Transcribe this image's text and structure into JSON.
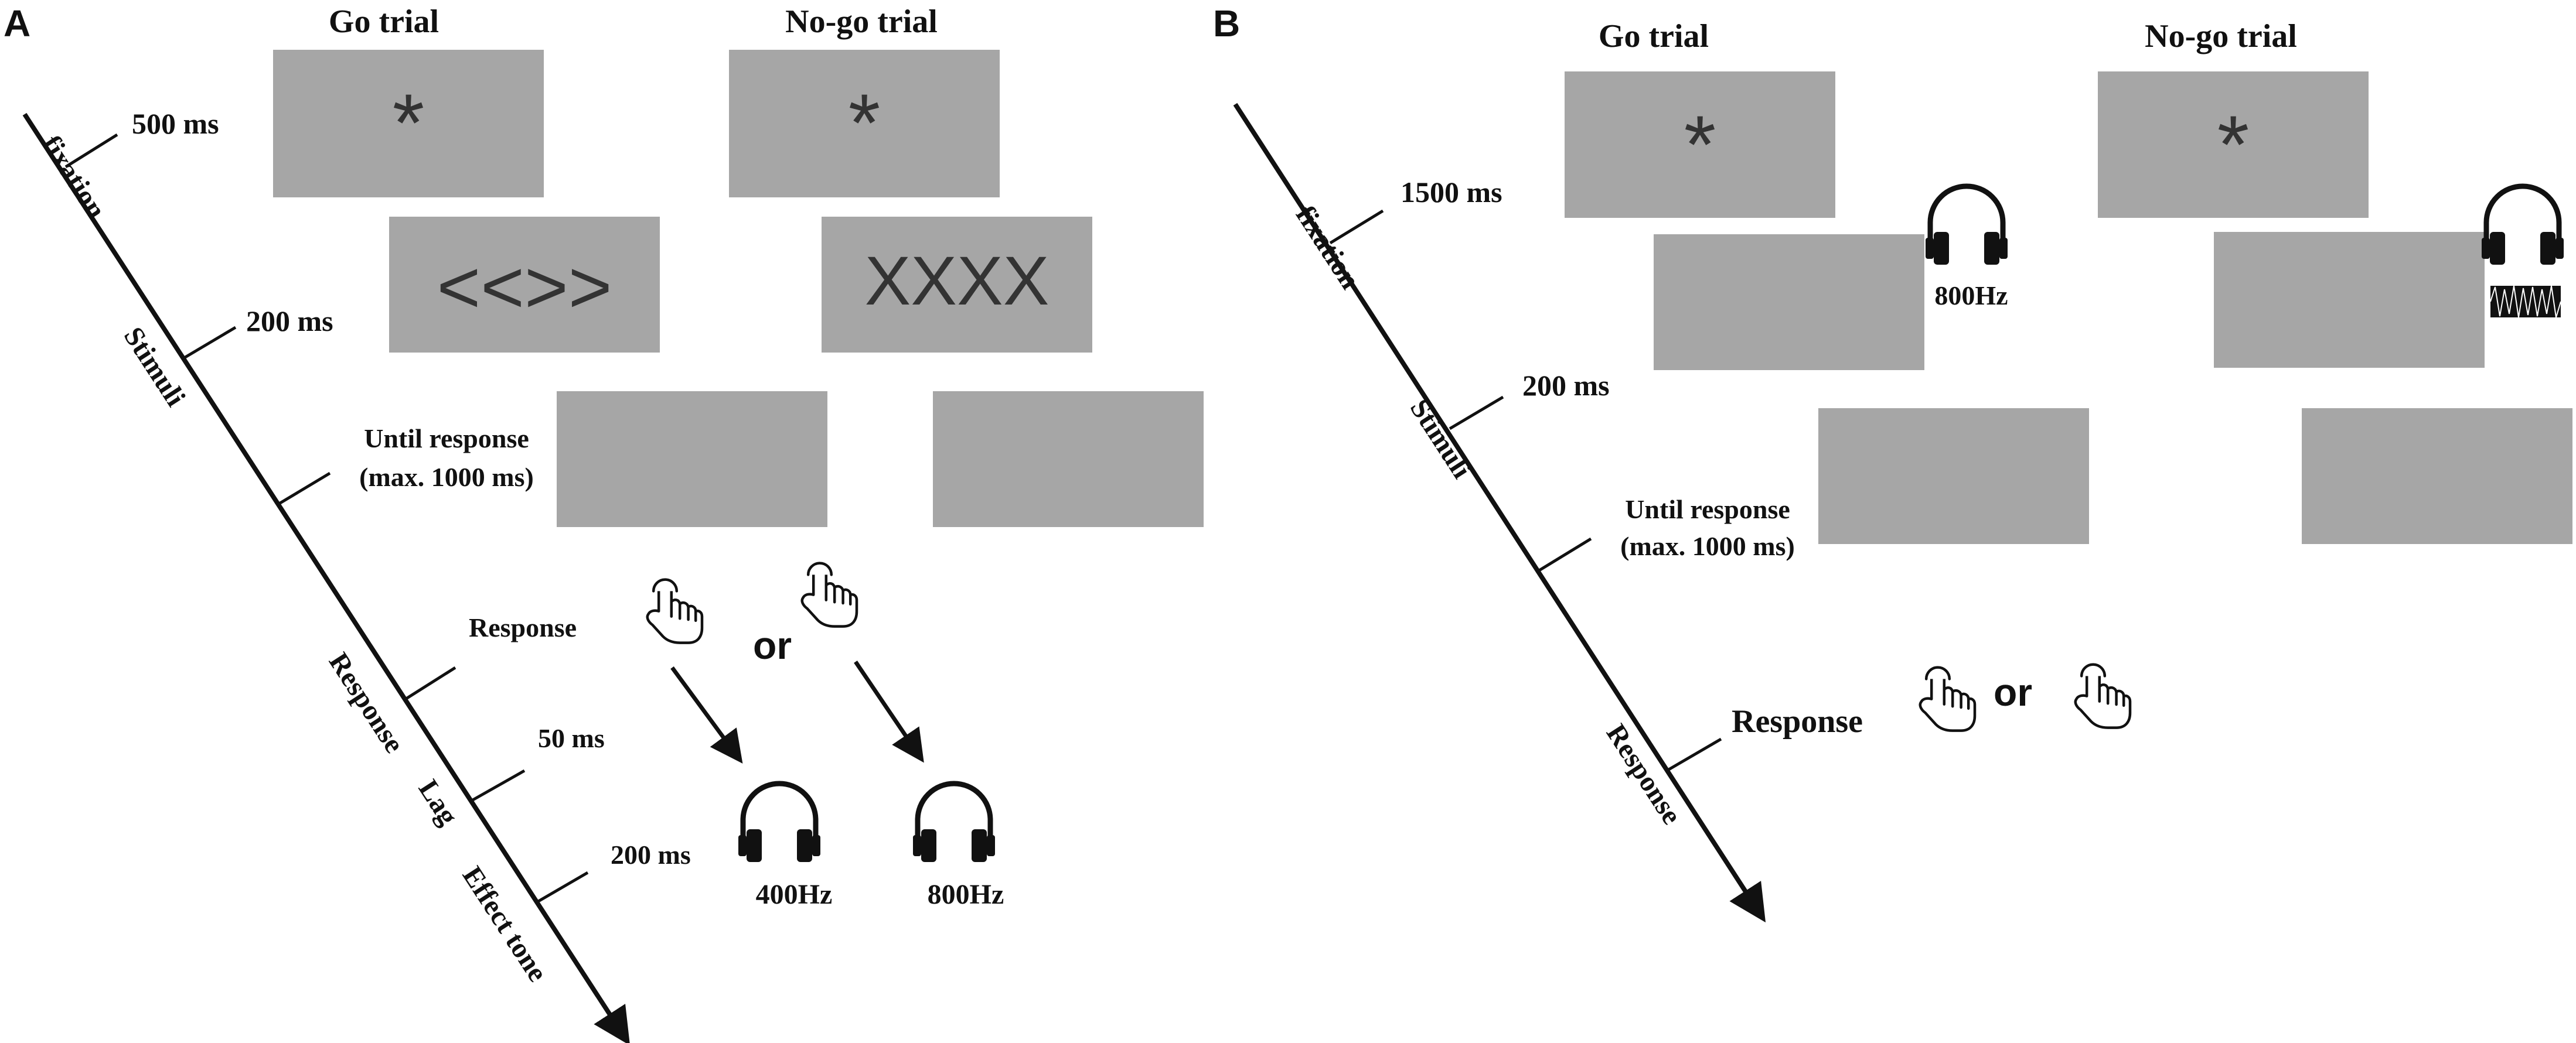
{
  "panel_a": {
    "letter": "A",
    "go_trial": "Go trial",
    "nogo_trial": "No-go trial",
    "go_fixation": "*",
    "nogo_fixation": "*",
    "go_stimulus": "<<>>",
    "nogo_stimulus": "XXXX",
    "time_500": "500 ms",
    "time_200": "200 ms",
    "until_line1": "Until response",
    "until_line2": "(max. 1000 ms)",
    "response_label": "Response",
    "or_label": "or",
    "time_50": "50 ms",
    "time_200_tone": "200 ms",
    "tone_400": "400Hz",
    "tone_800": "800Hz",
    "axis_fixation": "fixation",
    "axis_stimuli": "Stimuli",
    "axis_response": "Response",
    "axis_lag": "Lag",
    "axis_effect_tone": "Effect tone"
  },
  "panel_b": {
    "letter": "B",
    "go_trial": "Go trial",
    "nogo_trial": "No-go trial",
    "go_fixation": "*",
    "nogo_fixation": "*",
    "time_1500": "1500 ms",
    "tone_800": "800Hz",
    "time_200": "200 ms",
    "until_line1": "Until response",
    "until_line2": "(max. 1000 ms)",
    "response_label": "Response",
    "or_label": "or",
    "axis_fixation": "fixation",
    "axis_stimuli": "Stimuli",
    "axis_response": "Response"
  },
  "icons": {
    "hand": "pointing-hand-icon",
    "headphones": "headphones-icon",
    "noise": "noise-waveform-icon"
  },
  "colors": {
    "screen_gray": "#a6a6a6",
    "ink": "#111111"
  }
}
